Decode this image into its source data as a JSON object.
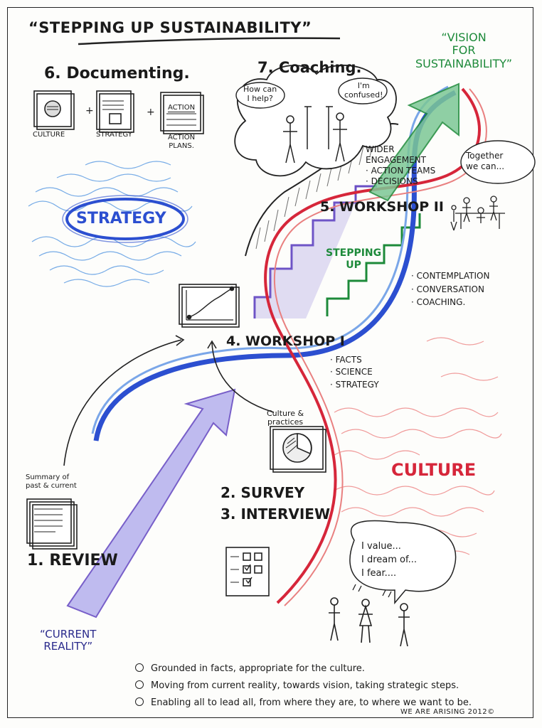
{
  "title": "“STEPPING UP SUSTAINABILITY”",
  "vision": "“VISION\nFOR\nSUSTAINABILITY”",
  "documenting": {
    "heading": "6. Documenting.",
    "items": [
      "CULTURE",
      "STRATEGY",
      "ACTION\nPLANS."
    ],
    "icon_action_text": "ACTION"
  },
  "coaching": {
    "heading": "7. Coaching.",
    "bubble_left": "How can\nI help?",
    "bubble_right": "I'm\nconfused!"
  },
  "strategy_label": "STRATEGY",
  "workshop2": {
    "heading": "5. WORKSHOP II",
    "bullets": "WIDER\nENGAGEMENT\n· ACTION TEAMS\n· DECISIONS",
    "bubble": "Together\nwe can..."
  },
  "stepping_up": "STEPPING\nUP",
  "workshop_bullets": "· CONTEMPLATION\n· CONVERSATION\n· COACHING.",
  "workshop1": {
    "heading": "4. WORKSHOP I",
    "bullets": "· FACTS\n· SCIENCE\n· STRATEGY"
  },
  "culture_practices": "Culture &\npractices",
  "culture_label": "CULTURE",
  "summary": "Summary of\npast & current",
  "survey": "2. SURVEY\n3. INTERVIEW",
  "review": "1. REVIEW",
  "value_bubble": "I value...\nI dream of...\nI fear....",
  "current_reality": "“CURRENT\nREALITY”",
  "principles": [
    "Grounded in facts, appropriate for the culture.",
    "Moving from current reality, towards vision, taking strategic steps.",
    "Enabling all to lead all, from where they are, to where we want to be."
  ],
  "credit": "WE ARE ARISING 2012©",
  "colors": {
    "blue": "#2c4fd0",
    "red": "#d6263a",
    "green": "#1d8a3a",
    "purple": "#6a4fc4",
    "navy": "#2a2a8c"
  }
}
